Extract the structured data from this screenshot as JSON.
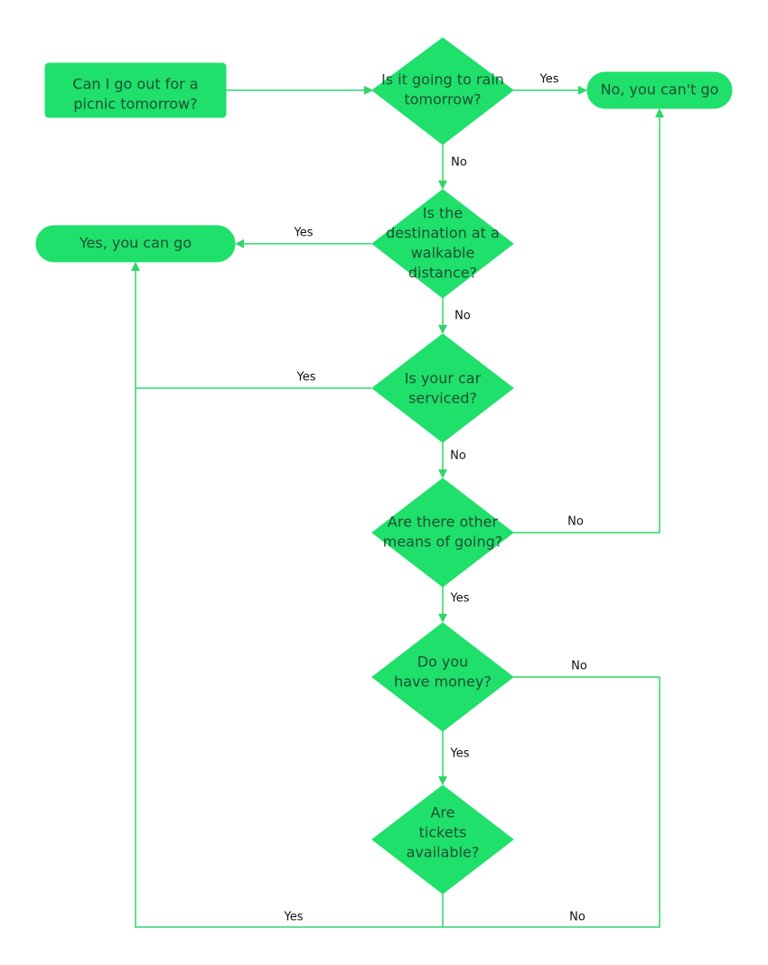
{
  "nodes": {
    "start": {
      "line1": "Can I go out for a",
      "line2": "picnic tomorrow?"
    },
    "rain": {
      "line1": "Is it going to rain",
      "line2": "tomorrow?"
    },
    "cant_go": {
      "label": "No, you can't go"
    },
    "walkable": {
      "line1": "Is the",
      "line2": "destination at a",
      "line3": "walkable",
      "line4": "distance?"
    },
    "can_go": {
      "label": "Yes, you can go"
    },
    "car": {
      "line1": "Is your car",
      "line2": "serviced?"
    },
    "other_means": {
      "line1": "Are there other",
      "line2": "means of going?"
    },
    "money": {
      "line1": "Do you",
      "line2": "have money?"
    },
    "tickets": {
      "line1": "Are",
      "line2": "tickets",
      "line3": "available?"
    }
  },
  "edges": {
    "rain_yes": "Yes",
    "rain_no": "No",
    "walkable_yes": "Yes",
    "walkable_no": "No",
    "car_yes": "Yes",
    "car_no": "No",
    "other_no": "No",
    "other_yes": "Yes",
    "money_no": "No",
    "money_yes": "Yes",
    "tickets_yes": "Yes",
    "tickets_no": "No"
  },
  "colors": {
    "node_fill": "#1fe06a",
    "edge_stroke": "#2fd66a",
    "node_text": "#1f4f33",
    "edge_text": "#111111"
  }
}
